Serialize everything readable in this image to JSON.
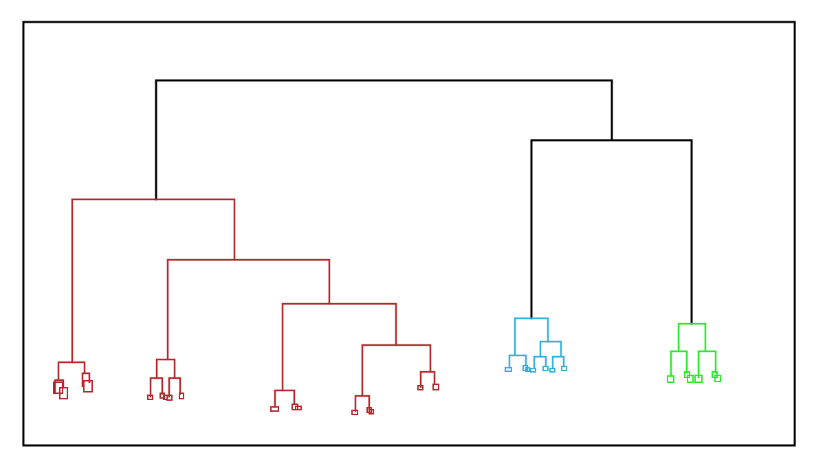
{
  "chart_data": {
    "type": "dendrogram",
    "title": "",
    "frame": true,
    "link_colors": {
      "root": "#000000",
      "cluster_1": "#b5262b",
      "cluster_2": "#33b0e0",
      "cluster_3": "#22ee22"
    },
    "clusters": [
      {
        "id": "cluster_1",
        "color_key": "cluster_1",
        "leaf_count": 16
      },
      {
        "id": "cluster_2",
        "color_key": "cluster_2",
        "leaf_count": 7
      },
      {
        "id": "cluster_3",
        "color_key": "cluster_3",
        "leaf_count": 6
      }
    ],
    "leaf_marker": "open-square"
  }
}
